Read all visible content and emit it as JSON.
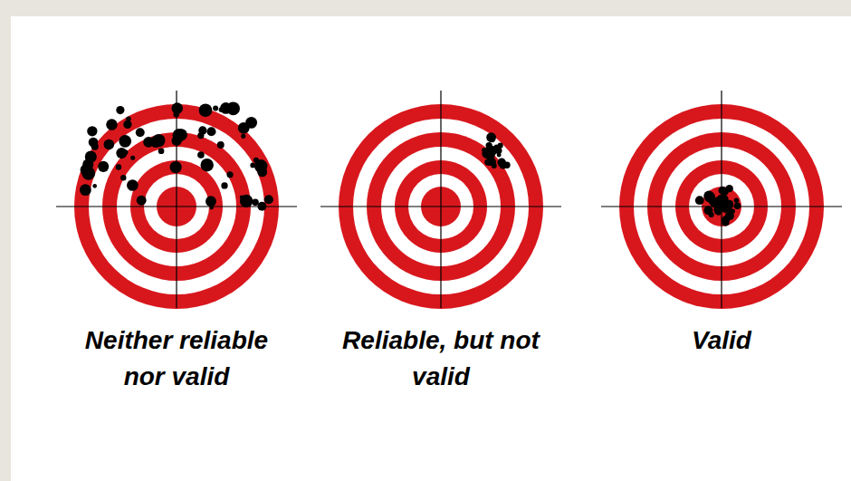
{
  "diagram": {
    "labels": [
      "Neither reliable nor valid",
      "Reliable, but not valid",
      "Valid"
    ]
  }
}
